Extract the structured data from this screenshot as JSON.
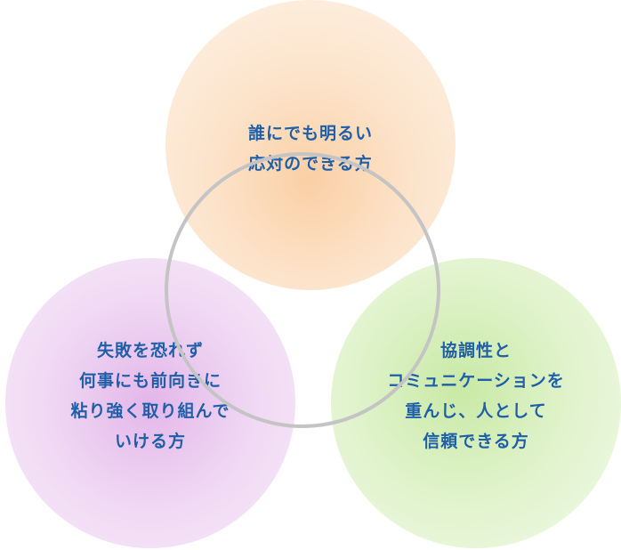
{
  "venn": {
    "top": {
      "lines": [
        "誰にでも明るい",
        "応対のできる方"
      ],
      "color": "#fbd8b6"
    },
    "left": {
      "lines": [
        "失敗を恐れず",
        "何事にも前向きに",
        "粘り強く取り組んで",
        "いける方"
      ],
      "color": "#ecc8f0"
    },
    "right": {
      "lines": [
        "協調性と",
        "コミュニケーションを",
        "重んじ、人として",
        "信頼できる方"
      ],
      "color": "#d8f0c0"
    },
    "text_color": "#1f5fa8",
    "ring_color": "#c4c4c4"
  }
}
